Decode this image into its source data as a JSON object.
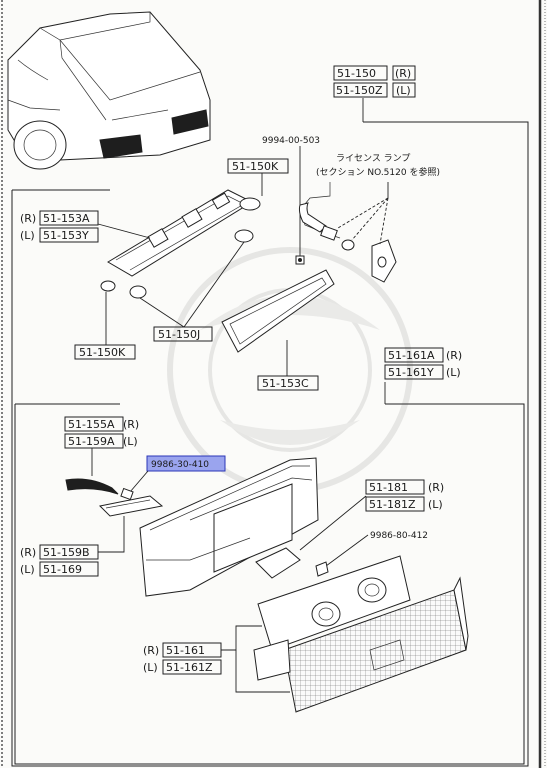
{
  "diagram": {
    "callouts": {
      "assy_r": "51-150",
      "assy_r_side": "(R)",
      "assy_l": "51-150Z",
      "assy_l_side": "(L)",
      "bolt_top": "9994-00-503",
      "license_note_1": "ライセンス ランプ",
      "license_note_2": "(セクション NO.5120 を参照)",
      "bulb_top": "51-150K",
      "socket_r_side": "(R)",
      "socket_r": "51-153A",
      "socket_l_side": "(L)",
      "socket_l": "51-153Y",
      "bulb_group": "51-150J",
      "bulb_left": "51-150K",
      "gasket": "51-153C",
      "lens_r": "51-161A",
      "lens_r_side": "(R)",
      "lens_l": "51-161Y",
      "lens_l_side": "(L)",
      "reflector_a_r": "51-155A",
      "reflector_a_r_side": "(R)",
      "reflector_a_l": "51-159A",
      "reflector_a_l_side": "(L)",
      "highlighted_part": "9986-30-410",
      "molding_r_side": "(R)",
      "molding_r": "51-159B",
      "molding_l_side": "(L)",
      "molding_l": "51-169",
      "pad_r": "51-181",
      "pad_r_side": "(R)",
      "pad_l": "51-181Z",
      "pad_l_side": "(L)",
      "screw": "9986-80-412",
      "housing_r_side": "(R)",
      "housing_r": "51-161",
      "housing_l_side": "(L)",
      "housing_l": "51-161Z"
    },
    "highlight_color": "#9aa4ee"
  }
}
